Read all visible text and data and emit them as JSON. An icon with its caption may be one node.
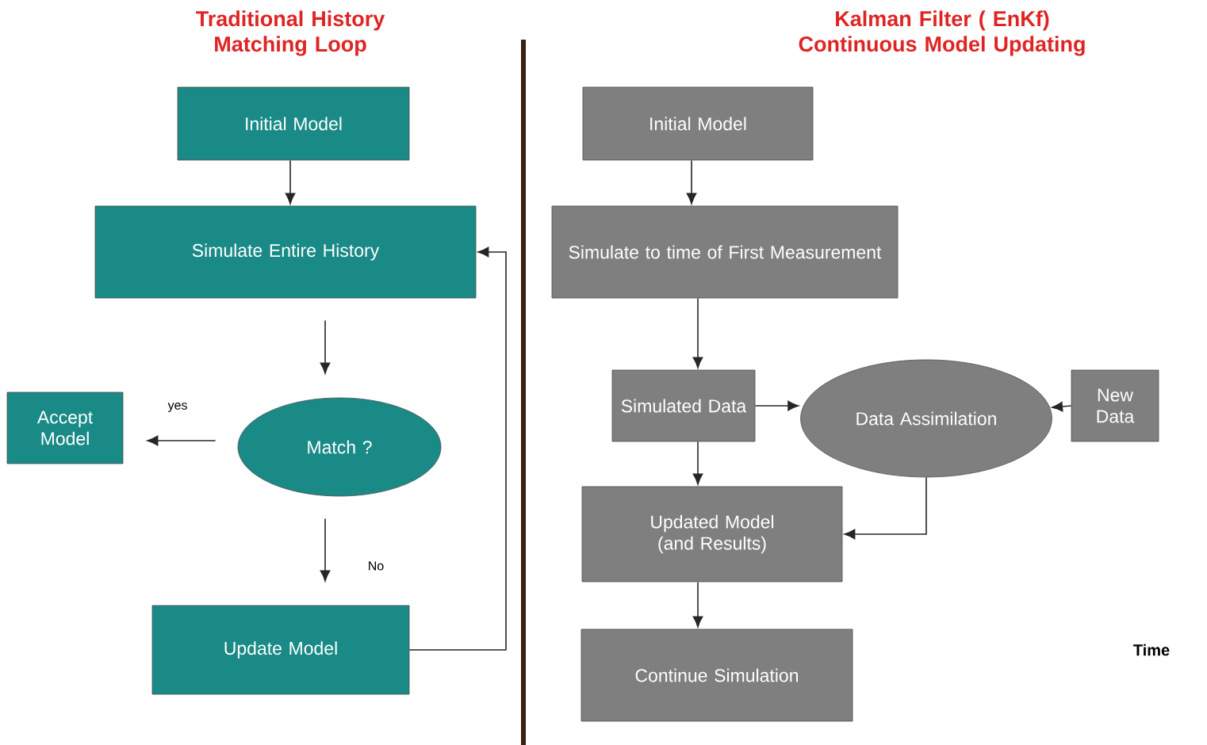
{
  "diagram": {
    "nodes": [
      {
        "text": [
          "Initial Model"
        ]
      },
      {
        "text": [
          "Simulate Entire History"
        ]
      },
      {
        "text": [
          "Match ?"
        ]
      },
      {
        "text": [
          "Accept Model"
        ]
      },
      {
        "text": [
          "Update Model"
        ]
      },
      {
        "text": [
          "Initial Model"
        ]
      },
      {
        "text": [
          "Simulate to time of First Measurement"
        ]
      },
      {
        "text": [
          "Simulated Data"
        ]
      },
      {
        "text": [
          "Data Assimilation"
        ]
      },
      {
        "text": [
          "New Data"
        ]
      },
      {
        "text": [
          "Updated Model (and Results)"
        ]
      },
      {
        "text": [
          "Continue Simulation"
        ]
      }
    ],
    "edges": [
      {
        "from": 0,
        "to": 1,
        "arrow": "to"
      },
      {
        "from": 1,
        "to": 2,
        "arrow": "to"
      },
      {
        "from": 2,
        "to": 3,
        "arrow": "to",
        "label": "yes"
      },
      {
        "from": 2,
        "to": 4,
        "arrow": "to",
        "label": "No"
      },
      {
        "from": 4,
        "to": 1,
        "arrow": "to"
      },
      {
        "from": 5,
        "to": 6,
        "arrow": "to"
      },
      {
        "from": 6,
        "to": 7,
        "arrow": "to"
      },
      {
        "from": 7,
        "to": 8,
        "arrow": "to"
      },
      {
        "from": 9,
        "to": 8,
        "arrow": "to"
      },
      {
        "from": 7,
        "to": 10,
        "arrow": "to"
      },
      {
        "from": 8,
        "to": 10,
        "arrow": "to"
      },
      {
        "from": 10,
        "to": 11,
        "arrow": "to"
      }
    ],
    "labels": [
      "Traditional History Matching Loop",
      "Kalman Filter ( EnKf) Continuous Model Updating",
      "Time"
    ]
  }
}
